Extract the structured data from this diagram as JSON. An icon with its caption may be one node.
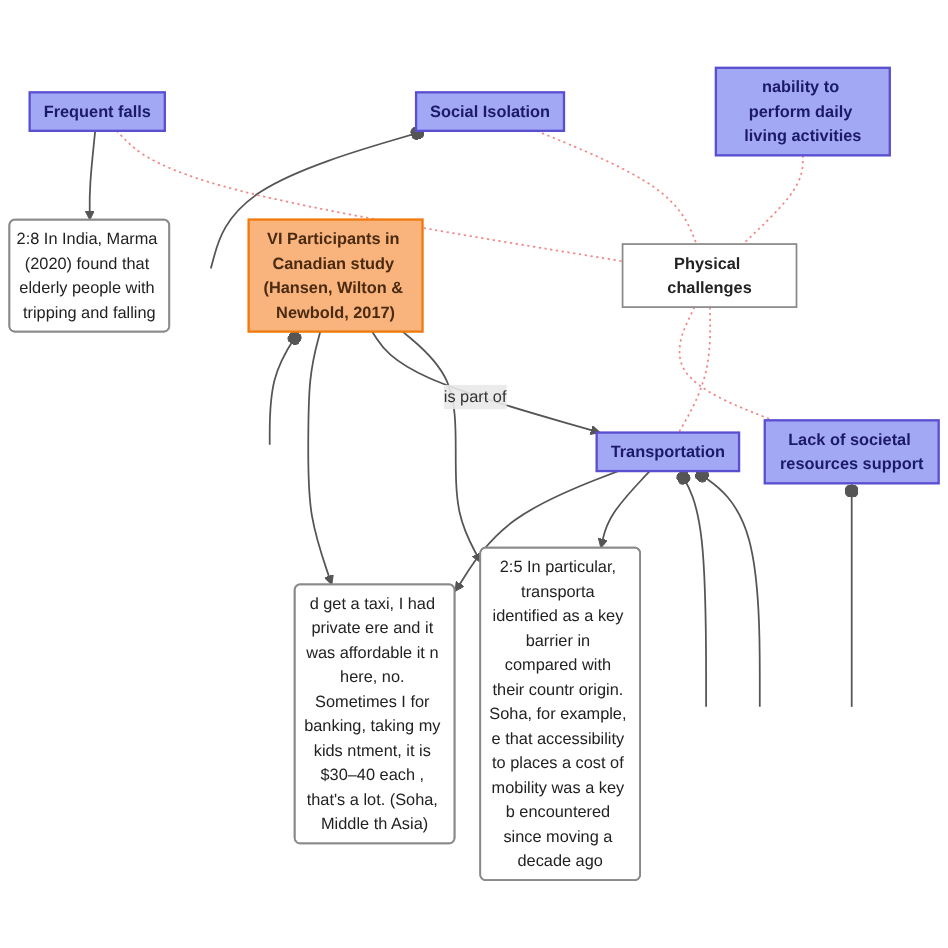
{
  "diagram": {
    "nodes": [
      {
        "text": [
          "Social Isolation"
        ]
      },
      {
        "text": [
          "2:8 In India, Marma (2020) found that elderly people with tripping and falling"
        ]
      },
      {
        "text": [
          "Frequent falls"
        ]
      },
      {
        "text": [
          "nability to perform daily living activities"
        ]
      },
      {
        "text": [
          "Physical challenges"
        ]
      },
      {
        "text": [
          "Lack of societal resources support"
        ]
      },
      {
        "text": [
          "VI Participants in Canadian study (Hansen, Wilton & Newbold, 2017)"
        ]
      },
      {
        "text": [
          "d get a taxi, I had private ere and it was affordable it n here, no. Sometimes I for banking, taking my kids ntment, it is $30–40 each , that's a lot. (Soha, Middle th Asia)"
        ]
      },
      {
        "text": [
          "Transportation"
        ]
      },
      {
        "text": [
          "2:5 In particular, transporta identified as a key barrier in compared with their countr origin. Soha, for example, e that accessibility to places a cost of mobility was a key b encountered since moving a decade ago"
        ]
      }
    ],
    "edges": [
      {
        "from": 0,
        "to": null,
        "arrow": "other"
      },
      {
        "from": 0,
        "to": 4,
        "arrow": "none",
        "style": "dashed",
        "color": "#f08a8a"
      },
      {
        "from": 2,
        "to": 1,
        "arrow": "to"
      },
      {
        "from": 2,
        "to": 4,
        "arrow": "none",
        "style": "dashed",
        "color": "#f08a8a"
      },
      {
        "from": 3,
        "to": 4,
        "arrow": "none",
        "style": "dashed",
        "color": "#f08a8a"
      },
      {
        "from": 4,
        "to": 5,
        "arrow": "none",
        "style": "dashed",
        "color": "#f08a8a"
      },
      {
        "from": 5,
        "to": null,
        "arrow": "other"
      },
      {
        "from": 6,
        "to": null,
        "arrow": "other"
      },
      {
        "from": 6,
        "to": 7,
        "arrow": "to"
      },
      {
        "from": 6,
        "to": 8,
        "arrow": "to",
        "label": "is part of"
      },
      {
        "from": 6,
        "to": 9,
        "arrow": "to"
      },
      {
        "from": 4,
        "to": 8,
        "arrow": "none",
        "style": "dashed",
        "color": "#f08a8a"
      },
      {
        "from": 8,
        "to": 7,
        "arrow": "to"
      },
      {
        "from": 8,
        "to": 9,
        "arrow": "to"
      },
      {
        "from": 8,
        "to": null,
        "arrow": "other"
      },
      {
        "from": 8,
        "to": null,
        "arrow": "other"
      }
    ]
  }
}
